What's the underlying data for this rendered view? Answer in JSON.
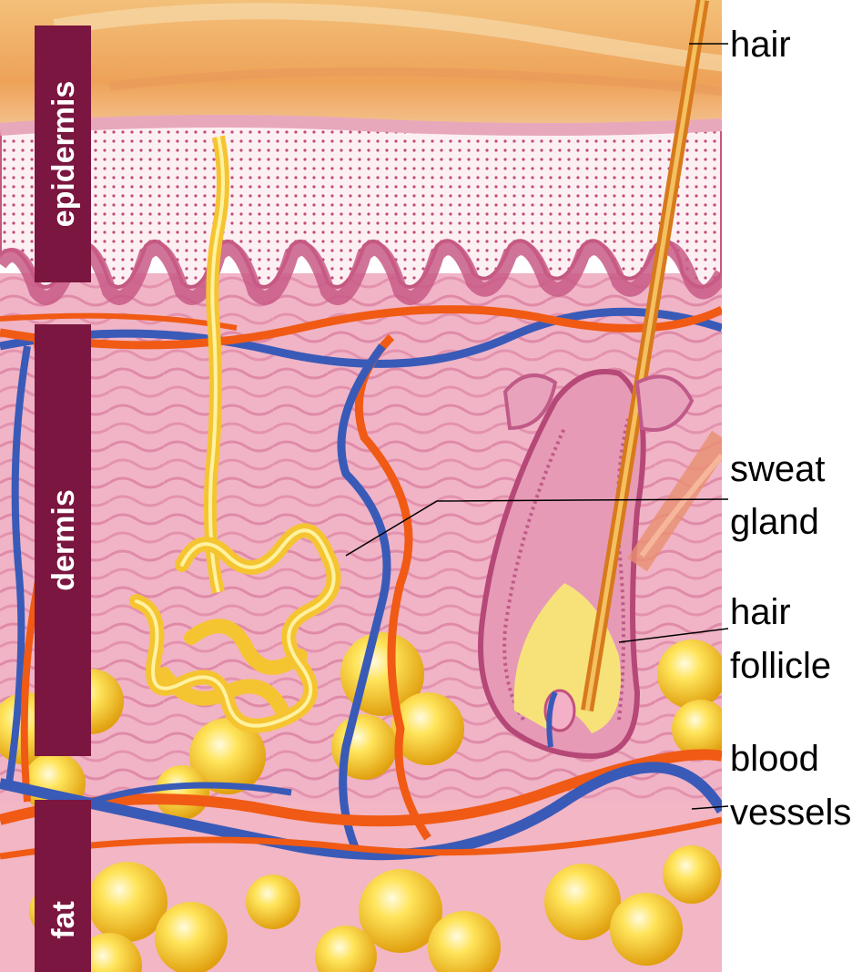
{
  "colors": {
    "band": "#7a1640",
    "skin": "#f2b8c8",
    "surface": "#f0b070",
    "artery": "#f05a14",
    "vein": "#3a5ab8",
    "fat": "#f7d21c",
    "gland": "#f5c431",
    "follicle": "#d4789a"
  },
  "layers": {
    "epidermis": "epidermis",
    "dermis": "dermis",
    "fat": "fat"
  },
  "callouts": {
    "hair": "hair",
    "sweat_gland": [
      "sweat",
      "gland"
    ],
    "hair_follicle": [
      "hair",
      "follicle"
    ],
    "blood_vessels": [
      "blood",
      "vessels"
    ]
  }
}
